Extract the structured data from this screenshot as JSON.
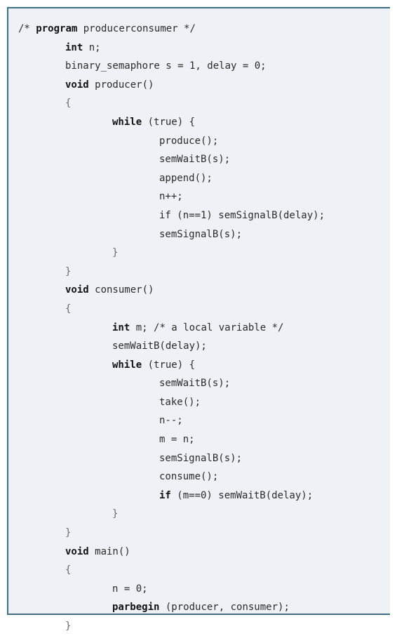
{
  "lines": [
    {
      "indent": 0,
      "parts": [
        {
          "t": "/* "
        },
        {
          "t": "program",
          "kw": true
        },
        {
          "t": " producerconsumer */"
        }
      ]
    },
    {
      "indent": 1,
      "parts": [
        {
          "t": "int",
          "kw": true
        },
        {
          "t": " n;"
        }
      ]
    },
    {
      "indent": 1,
      "parts": [
        {
          "t": "binary_semaphore s = 1, delay = 0;"
        }
      ]
    },
    {
      "indent": 1,
      "parts": [
        {
          "t": "void",
          "kw": true
        },
        {
          "t": " producer()"
        }
      ]
    },
    {
      "indent": 1,
      "parts": [
        {
          "t": "{",
          "brace": true
        }
      ]
    },
    {
      "indent": 2,
      "parts": [
        {
          "t": "while",
          "kw": true
        },
        {
          "t": " (true) {"
        }
      ]
    },
    {
      "indent": 3,
      "parts": [
        {
          "t": "produce();"
        }
      ]
    },
    {
      "indent": 3,
      "parts": [
        {
          "t": "semWaitB(s);"
        }
      ]
    },
    {
      "indent": 3,
      "parts": [
        {
          "t": "append();"
        }
      ]
    },
    {
      "indent": 3,
      "parts": [
        {
          "t": "n++;"
        }
      ]
    },
    {
      "indent": 3,
      "parts": [
        {
          "t": "if (n==1) semSignalB(delay);"
        }
      ]
    },
    {
      "indent": 3,
      "parts": [
        {
          "t": "semSignalB(s);"
        }
      ]
    },
    {
      "indent": 2,
      "parts": [
        {
          "t": "}",
          "brace": true
        }
      ]
    },
    {
      "indent": 1,
      "parts": [
        {
          "t": "}",
          "brace": true
        }
      ]
    },
    {
      "indent": 1,
      "parts": [
        {
          "t": "void",
          "kw": true
        },
        {
          "t": " consumer()"
        }
      ]
    },
    {
      "indent": 1,
      "parts": [
        {
          "t": "{",
          "brace": true
        }
      ]
    },
    {
      "indent": 2,
      "parts": [
        {
          "t": "int",
          "kw": true
        },
        {
          "t": " m; /* a local variable */"
        }
      ]
    },
    {
      "indent": 2,
      "parts": [
        {
          "t": "semWaitB(delay);"
        }
      ]
    },
    {
      "indent": 2,
      "parts": [
        {
          "t": "while",
          "kw": true
        },
        {
          "t": " (true) {"
        }
      ]
    },
    {
      "indent": 3,
      "parts": [
        {
          "t": "semWaitB(s);"
        }
      ]
    },
    {
      "indent": 3,
      "parts": [
        {
          "t": "take();"
        }
      ]
    },
    {
      "indent": 3,
      "parts": [
        {
          "t": "n--;"
        }
      ]
    },
    {
      "indent": 3,
      "parts": [
        {
          "t": "m = n;"
        }
      ]
    },
    {
      "indent": 3,
      "parts": [
        {
          "t": "semSignalB(s);"
        }
      ]
    },
    {
      "indent": 3,
      "parts": [
        {
          "t": "consume();"
        }
      ]
    },
    {
      "indent": 3,
      "parts": [
        {
          "t": "if",
          "kw": true
        },
        {
          "t": " (m==0) semWaitB(delay);"
        }
      ]
    },
    {
      "indent": 2,
      "parts": [
        {
          "t": "}",
          "brace": true
        }
      ]
    },
    {
      "indent": 1,
      "parts": [
        {
          "t": "}",
          "brace": true
        }
      ]
    },
    {
      "indent": 1,
      "parts": [
        {
          "t": "void",
          "kw": true
        },
        {
          "t": " main()"
        }
      ]
    },
    {
      "indent": 1,
      "parts": [
        {
          "t": "{",
          "brace": true
        }
      ]
    },
    {
      "indent": 2,
      "parts": [
        {
          "t": "n = 0;"
        }
      ]
    },
    {
      "indent": 2,
      "parts": [
        {
          "t": "parbegin",
          "kw": true
        },
        {
          "t": " (producer, consumer);"
        }
      ]
    },
    {
      "indent": 1,
      "parts": [
        {
          "t": "}",
          "brace": true
        }
      ]
    }
  ],
  "colors": {
    "border": "#3f6e83",
    "background": "#eef2f6",
    "text": "#2b2b2b"
  }
}
